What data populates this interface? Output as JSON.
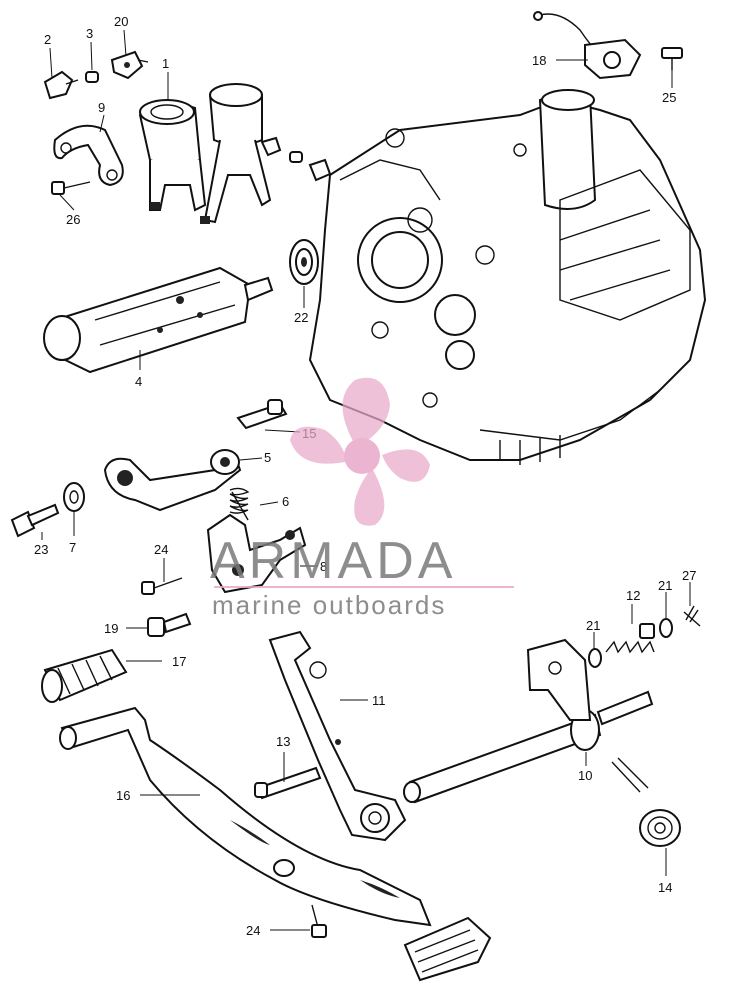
{
  "watermark": {
    "brand": "ARMADA",
    "tagline": "marine outboards",
    "colors": {
      "pink": "#e8a9c9",
      "gray": "#7a7a7a",
      "logo_dark": "#c78fb0"
    }
  },
  "callouts": [
    {
      "id": "1",
      "label": "1"
    },
    {
      "id": "2",
      "label": "2"
    },
    {
      "id": "3",
      "label": "3"
    },
    {
      "id": "20",
      "label": "20"
    },
    {
      "id": "9",
      "label": "9"
    },
    {
      "id": "26",
      "label": "26"
    },
    {
      "id": "18",
      "label": "18"
    },
    {
      "id": "25",
      "label": "25"
    },
    {
      "id": "22",
      "label": "22"
    },
    {
      "id": "4",
      "label": "4"
    },
    {
      "id": "15",
      "label": "15"
    },
    {
      "id": "5",
      "label": "5"
    },
    {
      "id": "6",
      "label": "6"
    },
    {
      "id": "23",
      "label": "23"
    },
    {
      "id": "7",
      "label": "7"
    },
    {
      "id": "24a",
      "label": "24"
    },
    {
      "id": "8",
      "label": "8"
    },
    {
      "id": "19",
      "label": "19"
    },
    {
      "id": "17",
      "label": "17"
    },
    {
      "id": "12",
      "label": "12"
    },
    {
      "id": "21a",
      "label": "21"
    },
    {
      "id": "21b",
      "label": "21"
    },
    {
      "id": "27",
      "label": "27"
    },
    {
      "id": "11",
      "label": "11"
    },
    {
      "id": "13",
      "label": "13"
    },
    {
      "id": "16",
      "label": "16"
    },
    {
      "id": "10",
      "label": "10"
    },
    {
      "id": "14",
      "label": "14"
    },
    {
      "id": "24b",
      "label": "24"
    }
  ]
}
